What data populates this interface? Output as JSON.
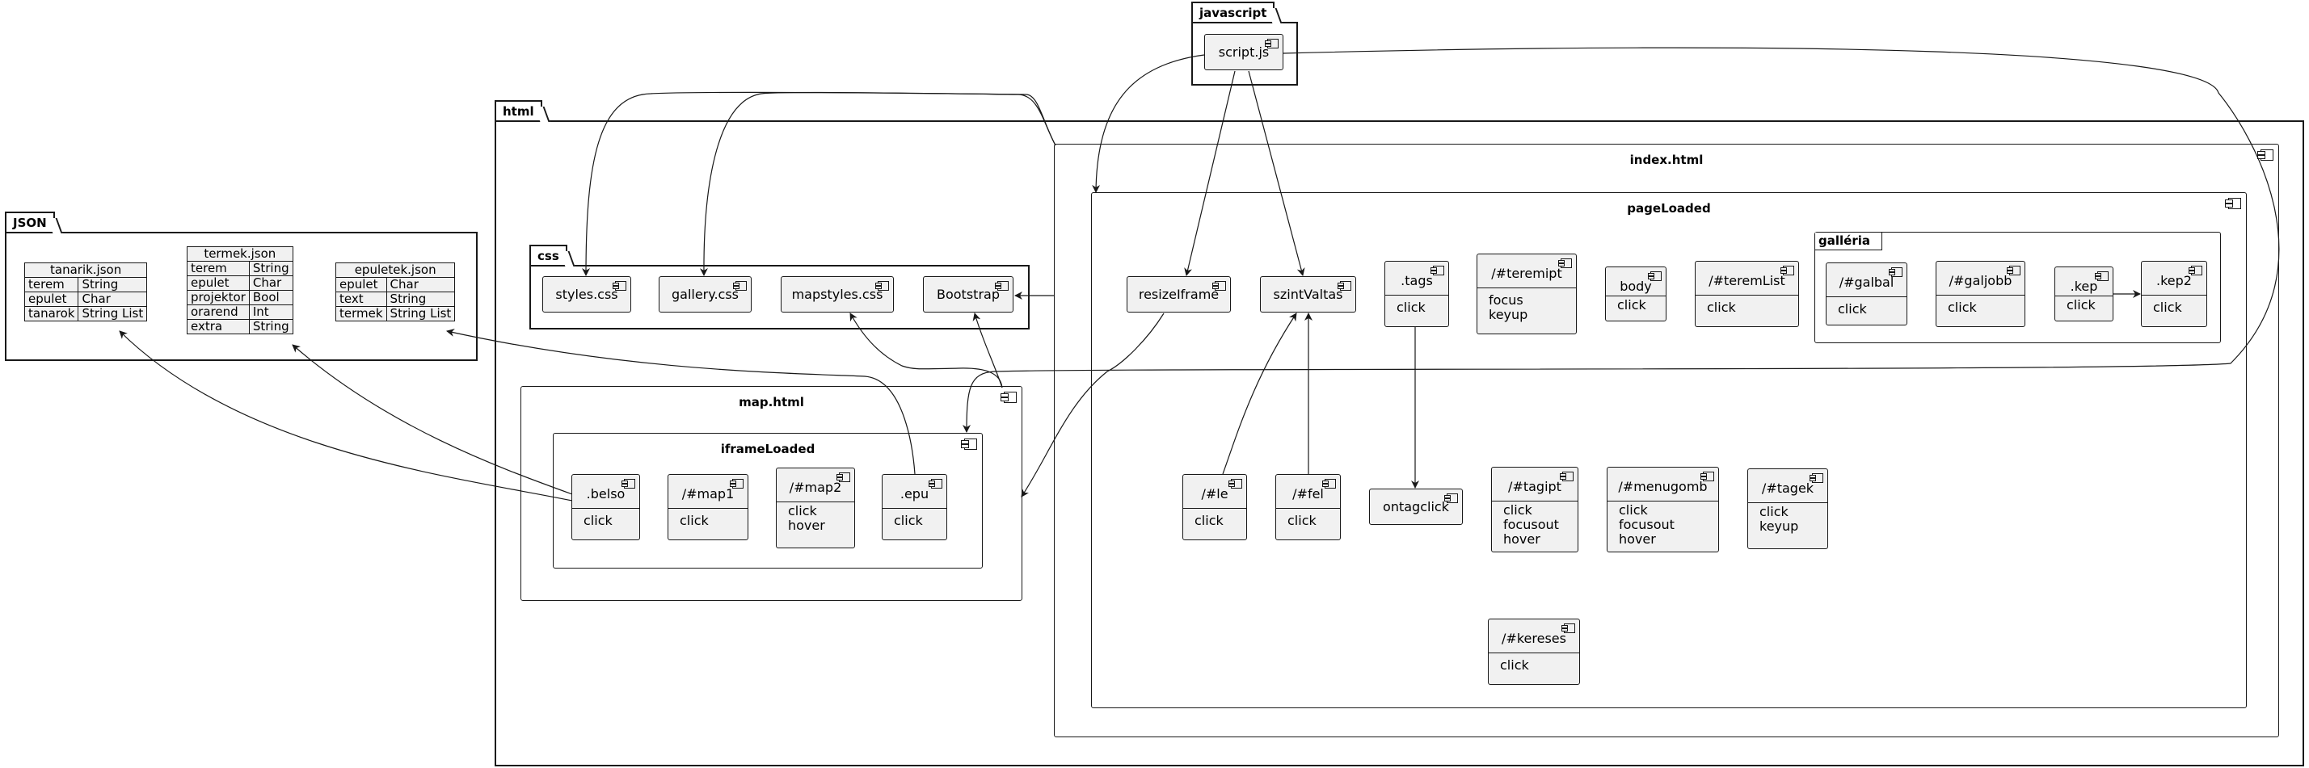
{
  "packages": {
    "json": "JSON",
    "javascript": "javascript",
    "html": "html",
    "css": "css"
  },
  "json_tables": {
    "tanarik": {
      "title": "tanarik.json",
      "rows": [
        [
          "terem",
          "String"
        ],
        [
          "epulet",
          "Char"
        ],
        [
          "tanarok",
          "String List"
        ]
      ]
    },
    "termek": {
      "title": "termek.json",
      "rows": [
        [
          "terem",
          "String"
        ],
        [
          "epulet",
          "Char"
        ],
        [
          "projektor",
          "Bool"
        ],
        [
          "orarend",
          "Int"
        ],
        [
          "extra",
          "String"
        ]
      ]
    },
    "epuletek": {
      "title": "epuletek.json",
      "rows": [
        [
          "epulet",
          "Char"
        ],
        [
          "text",
          "String"
        ],
        [
          "termek",
          "String List"
        ]
      ]
    }
  },
  "components": {
    "index": "index.html",
    "pageLoaded": "pageLoaded",
    "map": "map.html",
    "iframeLoaded": "iframeLoaded",
    "galeria": "galléria"
  },
  "nodes": {
    "script": "script.js",
    "styles": "styles.css",
    "gallery": "gallery.css",
    "mapstyles": "mapstyles.css",
    "bootstrap": "Bootstrap",
    "resizeIframe": "resizeIframe",
    "szintValtas": "szintValtas",
    "ontagclick": "ontagclick",
    "tags": {
      "name": ".tags",
      "events": [
        "click"
      ]
    },
    "teremipt": {
      "name": "/#teremipt",
      "events": [
        "focus",
        "keyup"
      ]
    },
    "body": {
      "name": "body",
      "events": [
        "click"
      ]
    },
    "teremList": {
      "name": "/#teremList",
      "events": [
        "click"
      ]
    },
    "galbal": {
      "name": "/#galbal",
      "events": [
        "click"
      ]
    },
    "galjobb": {
      "name": "/#galjobb",
      "events": [
        "click"
      ]
    },
    "kep": {
      "name": ".kep",
      "events": [
        "click"
      ]
    },
    "kep2": {
      "name": ".kep2",
      "events": [
        "click"
      ]
    },
    "le": {
      "name": "/#le",
      "events": [
        "click"
      ]
    },
    "fel": {
      "name": "/#fel",
      "events": [
        "click"
      ]
    },
    "tagipt": {
      "name": "/#tagipt",
      "events": [
        "click",
        "focusout",
        "hover"
      ]
    },
    "menugomb": {
      "name": "/#menugomb",
      "events": [
        "click",
        "focusout",
        "hover"
      ]
    },
    "tagek": {
      "name": "/#tagek",
      "events": [
        "click",
        "keyup"
      ]
    },
    "kereses": {
      "name": "/#kereses",
      "events": [
        "click"
      ]
    },
    "belso": {
      "name": ".belso",
      "events": [
        "click"
      ]
    },
    "map1": {
      "name": "/#map1",
      "events": [
        "click"
      ]
    },
    "map2": {
      "name": "/#map2",
      "events": [
        "click",
        "hover"
      ]
    },
    "epu": {
      "name": ".epu",
      "events": [
        "click"
      ]
    }
  }
}
